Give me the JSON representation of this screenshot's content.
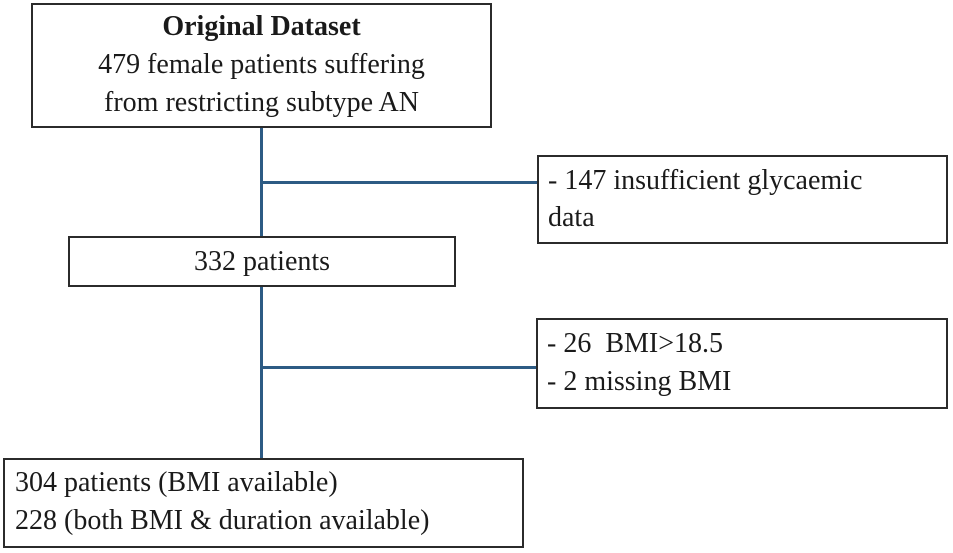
{
  "diagram": {
    "type": "patient-flow-diagram",
    "colors": {
      "connector_line": "#2d5b84",
      "box_border": "#2b2b2b",
      "text": "#1a1a1a",
      "background": "#ffffff"
    },
    "original_box": {
      "title": "Original Dataset",
      "line1": "479 female patients suffering",
      "line2": "from restricting subtype AN"
    },
    "exclusion1_box": {
      "line1": "- 147 insufficient glycaemic",
      "line2": "data"
    },
    "middle_box": {
      "label": "332 patients"
    },
    "exclusion2_box": {
      "line1": "- 26  BMI>18.5",
      "line2": "- 2 missing BMI"
    },
    "final_box": {
      "line1": "304 patients (BMI available)",
      "line2": "228 (both BMI & duration available)"
    }
  }
}
